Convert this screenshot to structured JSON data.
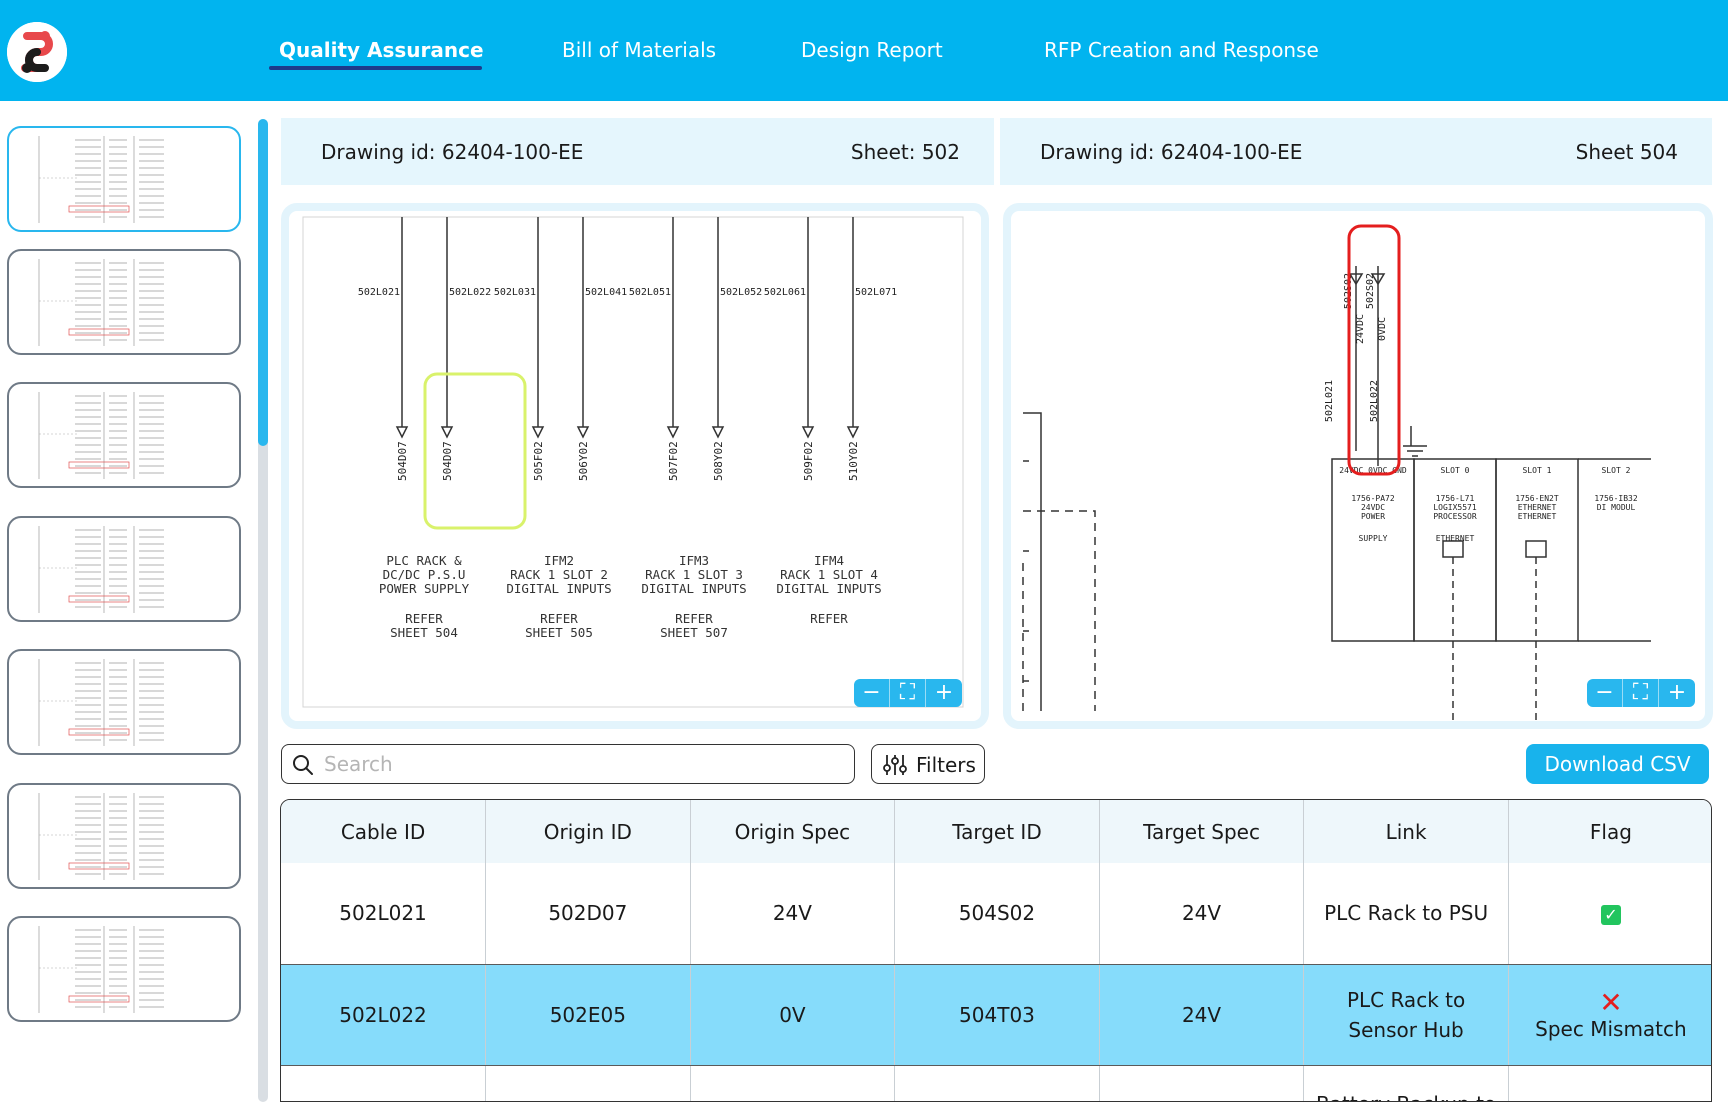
{
  "nav": {
    "tabs": [
      {
        "label": "Quality Assurance",
        "active": true
      },
      {
        "label": "Bill of Materials",
        "active": false
      },
      {
        "label": "Design Report",
        "active": false
      },
      {
        "label": "RFP Creation and Response",
        "active": false
      }
    ]
  },
  "viewers": {
    "left": {
      "drawing_label": "Drawing id: 62404-100-EE",
      "sheet_label": "Sheet: 502",
      "wire_tags_top": [
        "502L021",
        "502L022",
        "502L031",
        "502L041",
        "502L051",
        "502L052",
        "502L061",
        "502L071"
      ],
      "wire_tags_bottom": [
        "504D07",
        "504D07",
        "505F02",
        "506Y02",
        "507F02",
        "508Y02",
        "509F02",
        "510Y02"
      ],
      "blocks": [
        {
          "line1": "PLC RACK &",
          "line2": "DC/DC P.S.U",
          "line3": "POWER SUPPLY",
          "refer": "REFER",
          "sheet": "SHEET 504"
        },
        {
          "line1": "IFM2",
          "line2": "RACK 1 SLOT 2",
          "line3": "DIGITAL INPUTS",
          "refer": "REFER",
          "sheet": "SHEET 505"
        },
        {
          "line1": "IFM3",
          "line2": "RACK 1 SLOT 3",
          "line3": "DIGITAL INPUTS",
          "refer": "REFER",
          "sheet": "SHEET 507"
        },
        {
          "line1": "IFM4",
          "line2": "RACK 1 SLOT 4",
          "line3": "DIGITAL INPUTS",
          "refer": "REFER",
          "sheet": ""
        }
      ],
      "highlight_color": "#d9f26b"
    },
    "right": {
      "drawing_label": "Drawing id: 62404-100-EE",
      "sheet_label": "Sheet 504",
      "wire_labels": [
        "502S02",
        "24VDC",
        "502S02",
        "0VDC",
        "502L021",
        "502L022"
      ],
      "slots": [
        {
          "title": "24VDC 0VDC GND",
          "model": "1756-PA72",
          "desc1": "24VDC",
          "desc2": "POWER",
          "desc3": "SUPPLY"
        },
        {
          "title": "SLOT 0",
          "model": "1756-L71",
          "desc1": "LOGIX5571",
          "desc2": "PROCESSOR",
          "desc3": "ETHERNET"
        },
        {
          "title": "SLOT 1",
          "model": "1756-EN2T",
          "desc1": "ETHERNET",
          "desc2": "ETHERNET",
          "desc3": ""
        },
        {
          "title": "SLOT 2",
          "model": "1756-IB32",
          "desc1": "DI MODUL",
          "desc2": "",
          "desc3": ""
        }
      ],
      "highlight_color": "#e41e1e"
    },
    "zoom_controls": {
      "zoom_out": "−",
      "fit": "⛶",
      "zoom_in": "+"
    }
  },
  "toolbar": {
    "search_placeholder": "Search",
    "filters_label": "Filters",
    "download_label": "Download CSV"
  },
  "table": {
    "columns": [
      "Cable ID",
      "Origin ID",
      "Origin Spec",
      "Target ID",
      "Target Spec",
      "Link",
      "Flag"
    ],
    "rows": [
      {
        "cable_id": "502L021",
        "origin_id": "502D07",
        "origin_spec": "24V",
        "target_id": "504S02",
        "target_spec": "24V",
        "link": "PLC Rack to PSU",
        "flag_icon": "check-icon",
        "flag_text": "",
        "selected": false
      },
      {
        "cable_id": "502L022",
        "origin_id": "502E05",
        "origin_spec": "0V",
        "target_id": "504T03",
        "target_spec": "24V",
        "link": "PLC Rack to Sensor Hub",
        "flag_icon": "cross-icon",
        "flag_text": "Spec Mismatch",
        "selected": true
      },
      {
        "cable_id": "",
        "origin_id": "",
        "origin_spec": "",
        "target_id": "",
        "target_spec": "",
        "link": "Battery Backup to",
        "flag_icon": "",
        "flag_text": "",
        "selected": false
      }
    ]
  },
  "colors": {
    "topbar": "#01b4ef",
    "accent": "#29b7ee",
    "selected_row": "#86dcfb",
    "ok": "#22c55e",
    "error": "#e41e1e"
  }
}
